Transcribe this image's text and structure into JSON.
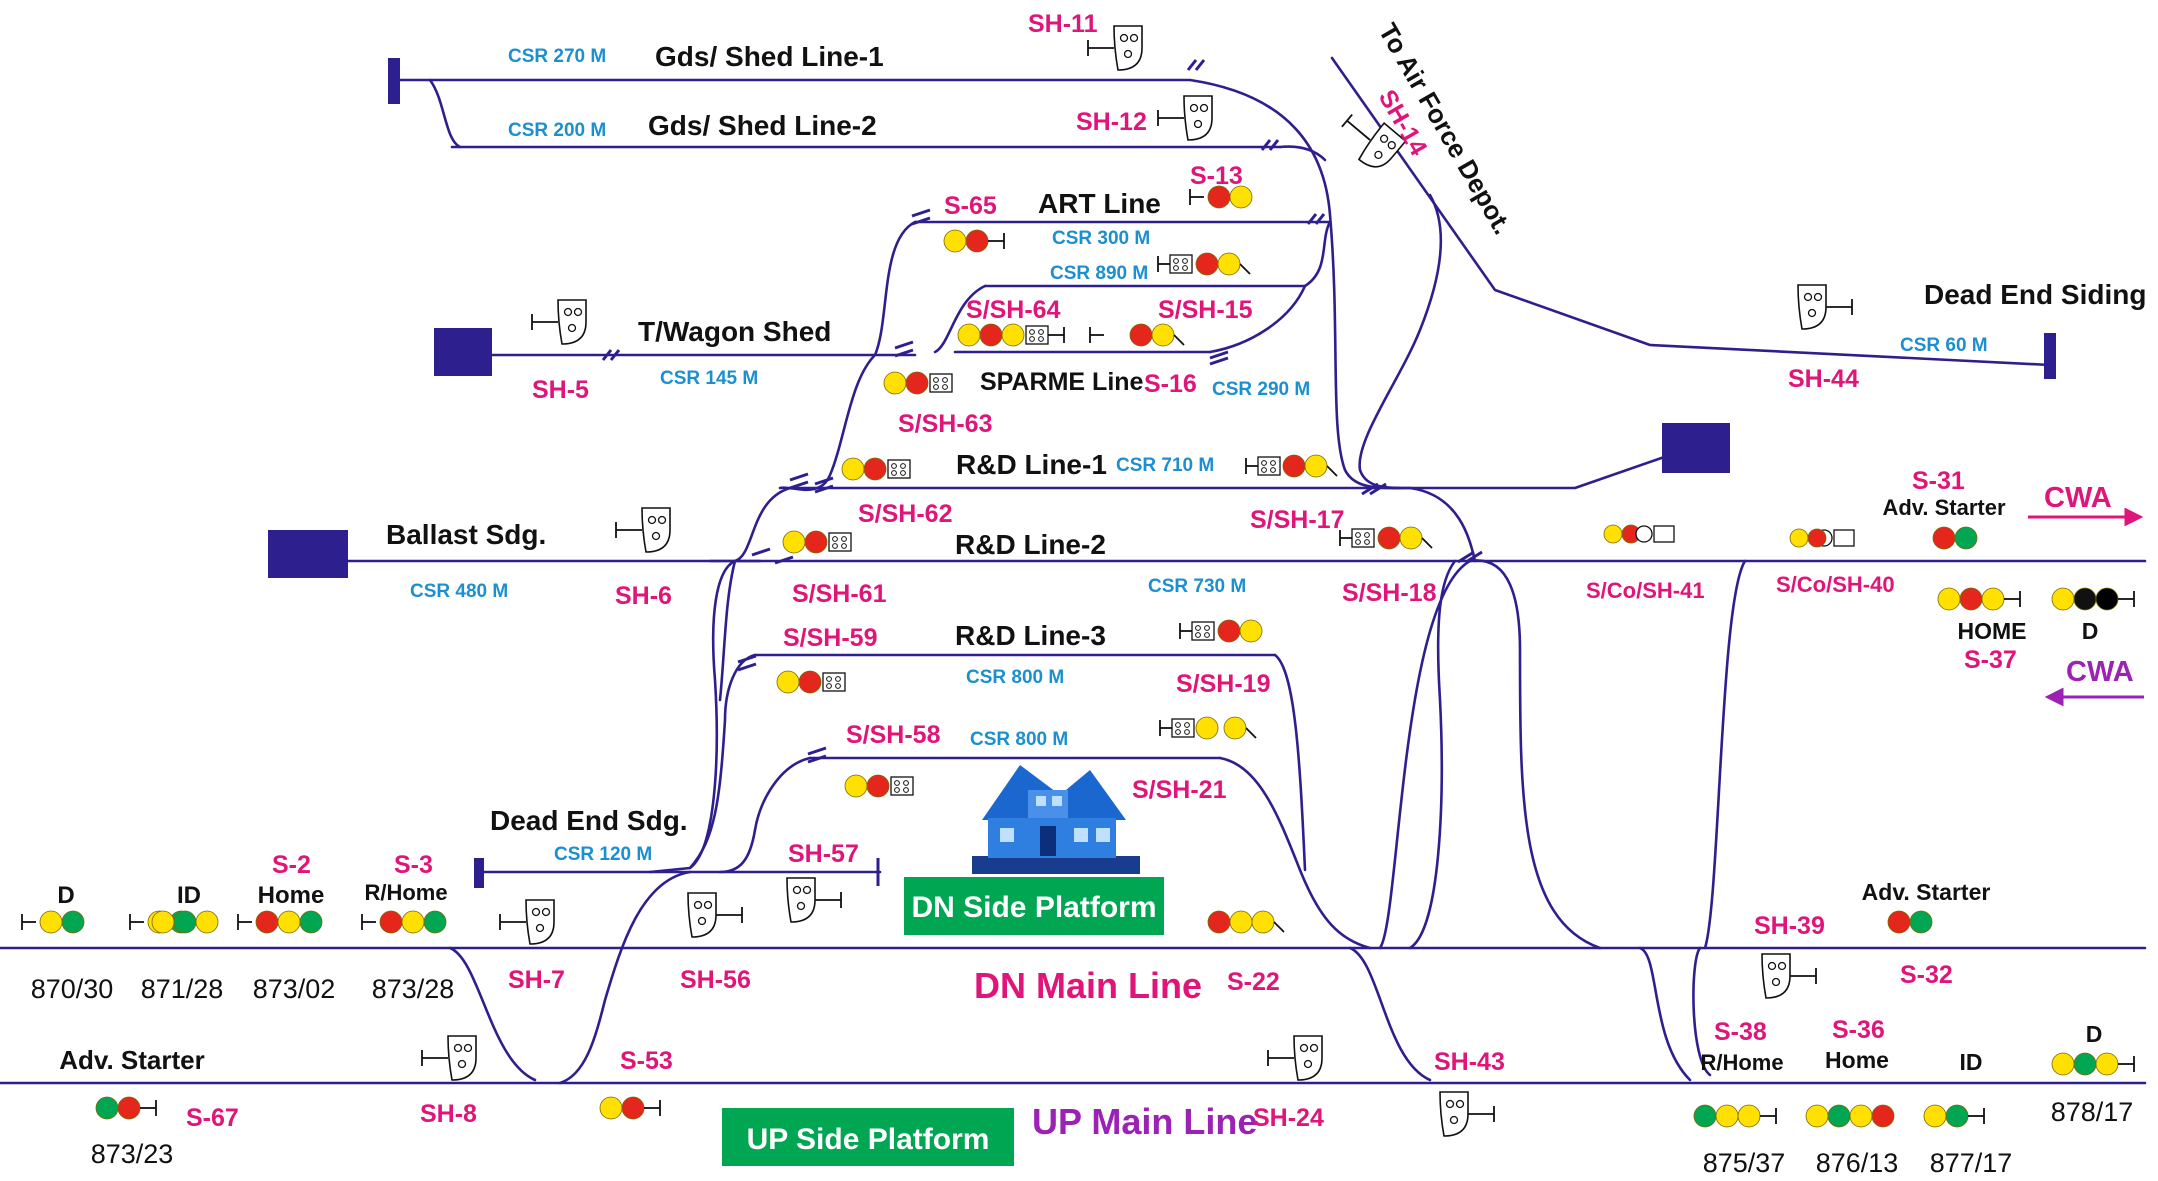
{
  "colors": {
    "track": "#2e1f8f",
    "signal_label": "#e0157a",
    "csr_label": "#1c8fd0",
    "platform": "#00a651",
    "lamp_yellow": "#ffe000",
    "lamp_red": "#e4261d",
    "lamp_green": "#00a651",
    "lamp_black": "#111111",
    "cwa_arrow": "#e0157a",
    "up_main": "#9b22b5"
  },
  "lines": {
    "gds1": "Gds/ Shed Line-1",
    "gds2": "Gds/ Shed Line-2",
    "art": "ART Line",
    "twagon": "T/Wagon Shed",
    "sparme": "SPARME Line",
    "rd1": "R&D Line-1",
    "rd2": "R&D Line-2",
    "rd3": "R&D Line-3",
    "ballast": "Ballast Sdg.",
    "deadend_sdg": "Dead End Sdg.",
    "deadend_siding": "Dead End Siding",
    "airforce": "To Air Force Depot.",
    "dn_main": "DN Main Line",
    "up_main": "UP Main Line"
  },
  "platforms": {
    "dn": "DN Side Platform",
    "up": "UP Side Platform"
  },
  "csr": {
    "gds1": "CSR 270 M",
    "gds2": "CSR 200 M",
    "art": "CSR 300 M",
    "c890": "CSR 890 M",
    "twagon": "CSR 145 M",
    "c290": "CSR 290 M",
    "deadend_siding": "CSR 60 M",
    "rd1": "CSR 710 M",
    "ballast": "CSR 480 M",
    "rd2": "CSR 730 M",
    "rd3": "CSR 800 M",
    "rd4": "CSR 800 M",
    "deadend_sdg": "CSR 120 M"
  },
  "signals": {
    "sh11": "SH-11",
    "sh12": "SH-12",
    "sh14": "SH-14",
    "s13": "S-13",
    "s65": "S-65",
    "ssh64": "S/SH-64",
    "s15": "S/SH-15",
    "sh5": "SH-5",
    "s16": "S-16",
    "ssh63": "S/SH-63",
    "sh44": "SH-44",
    "ssh62": "S/SH-62",
    "ssh17": "S/SH-17",
    "s31": "S-31",
    "sh6": "SH-6",
    "ssh61": "S/SH-61",
    "ssh18": "S/SH-18",
    "sco41": "S/Co/SH-41",
    "sco40": "S/Co/SH-40",
    "ssh59": "S/SH-59",
    "ssh19": "S/SH-19",
    "s37": "S-37",
    "ssh58": "S/SH-58",
    "ssh21": "S/SH-21",
    "sh57": "SH-57",
    "s2": "S-2",
    "s3": "S-3",
    "sh39": "SH-39",
    "sh7": "SH-7",
    "sh56": "SH-56",
    "s22": "S-22",
    "s32": "S-32",
    "s38": "S-38",
    "s36": "S-36",
    "s53": "S-53",
    "sh43": "SH-43",
    "sh8": "SH-8",
    "s67": "S-67",
    "sh24": "SH-24"
  },
  "aspect_labels": {
    "d_left": "D",
    "id_left": "ID",
    "home_left": "Home",
    "rhome_left": "R/Home",
    "adv_starter_top": "Adv. Starter",
    "home_right": "HOME",
    "d_right": "D",
    "adv_starter_mid": "Adv. Starter",
    "adv_starter_left": "Adv. Starter",
    "rhome_right": "R/Home",
    "home_right2": "Home",
    "id_right": "ID",
    "d_far_right": "D"
  },
  "km_posts": {
    "k1": "870/30",
    "k2": "871/28",
    "k3": "873/02",
    "k4": "873/28",
    "k5": "873/23",
    "k6": "875/37",
    "k7": "876/13",
    "k8": "877/17",
    "k9": "878/17"
  },
  "cwa": {
    "right": "CWA",
    "left": "CWA"
  },
  "icons": {
    "station": "station-building-icon",
    "shunt": "shunt-signal-icon",
    "lamp_signal": "colour-light-signal-icon",
    "buffer_stop": "buffer-stop-icon"
  }
}
